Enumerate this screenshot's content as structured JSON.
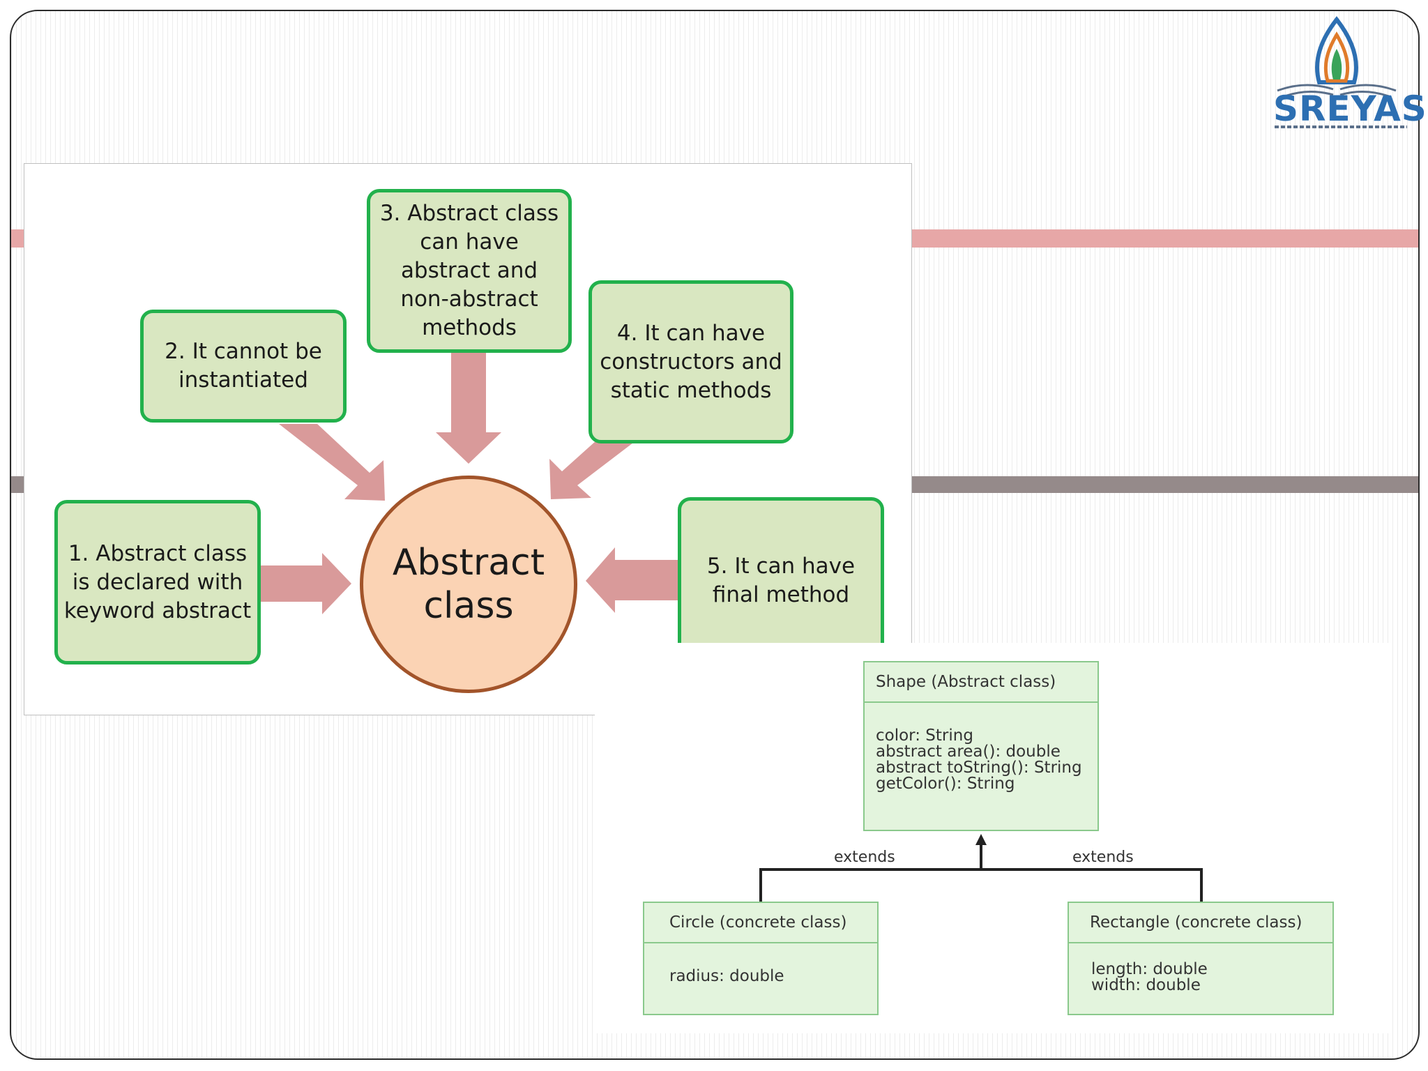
{
  "logo": {
    "text": "SREYAS"
  },
  "mindmap": {
    "center": "Abstract class",
    "items": [
      "1. Abstract class is declared with keyword abstract",
      "2. It cannot be instantiated",
      "3. Abstract class can have abstract and non-abstract methods",
      "4. It can have constructors and static methods",
      "5. It can have final method"
    ]
  },
  "uml": {
    "parent": {
      "name": "Shape (Abstract class)",
      "members": [
        "color: String",
        "abstract area(): double",
        "abstract toString(): String",
        "getColor(): String"
      ]
    },
    "children": [
      {
        "name": "Circle (concrete class)",
        "members": [
          "radius: double"
        ]
      },
      {
        "name": "Rectangle (concrete class)",
        "members": [
          "length: double",
          "width: double"
        ]
      }
    ],
    "edge_label": "extends"
  },
  "colors": {
    "box_fill": "#d9e7c1",
    "box_border": "#22b14c",
    "arrow": "#d99a9a",
    "circle_fill": "#fbd3b4",
    "circle_border": "#a2542a",
    "uml_fill": "#e3f4dd",
    "uml_border": "#8ac98c"
  }
}
